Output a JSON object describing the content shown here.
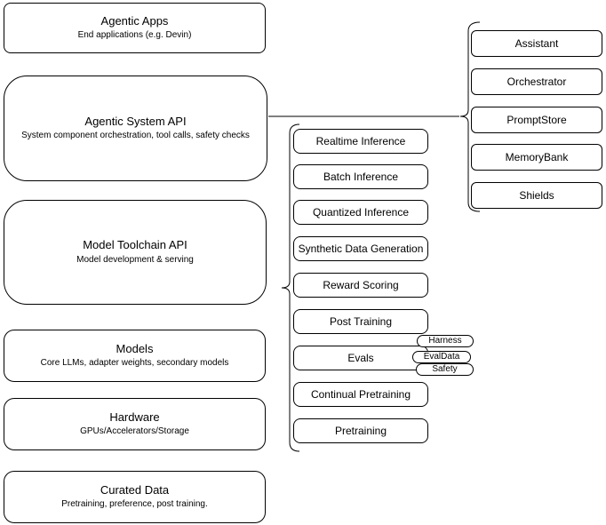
{
  "diagram": {
    "layers": [
      {
        "title": "Agentic Apps",
        "subtitle": "End applications (e.g. Devin)"
      },
      {
        "title": "Agentic System API",
        "subtitle": "System component orchestration, tool calls, safety checks"
      },
      {
        "title": "Model Toolchain API",
        "subtitle": "Model development & serving"
      },
      {
        "title": "Models",
        "subtitle": "Core LLMs, adapter weights, secondary models"
      },
      {
        "title": "Hardware",
        "subtitle": "GPUs/Accelerators/Storage"
      },
      {
        "title": "Curated Data",
        "subtitle": "Pretraining, preference, post training."
      }
    ],
    "toolchain_group": {
      "items": [
        "Realtime Inference",
        "Batch Inference",
        "Quantized Inference",
        "Synthetic Data Generation",
        "Reward Scoring",
        "Post Training",
        "Evals",
        "Continual Pretraining",
        "Pretraining"
      ],
      "evals_tags": [
        "Harness",
        "EvalData",
        "Safety"
      ]
    },
    "system_group": {
      "items": [
        "Assistant",
        "Orchestrator",
        "PromptStore",
        "MemoryBank",
        "Shields"
      ]
    },
    "colors": {
      "stroke": "#000000",
      "fill": "#ffffff",
      "text": "#000000"
    }
  }
}
